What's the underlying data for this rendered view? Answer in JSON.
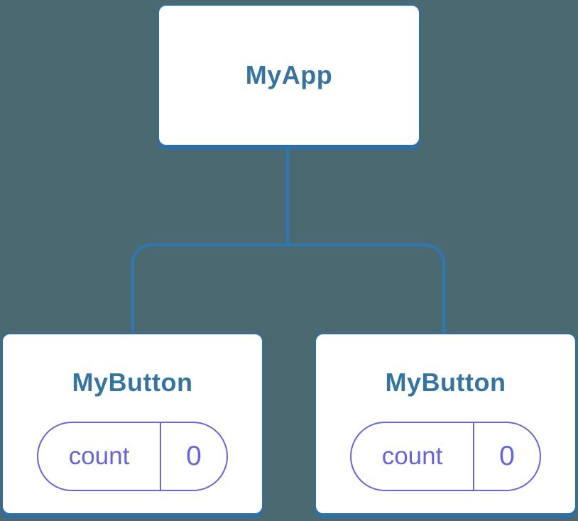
{
  "diagram": {
    "background": "#4A6971",
    "colors": {
      "line": "#2E79B5",
      "card_border": "#2E6EA3",
      "heading": "#35749E",
      "pill": "#6565D6",
      "card_bg": "#FFFFFF"
    },
    "tree": {
      "root": {
        "label": "MyApp"
      },
      "children": [
        {
          "label": "MyButton",
          "state": {
            "key": "count",
            "value": "0"
          }
        },
        {
          "label": "MyButton",
          "state": {
            "key": "count",
            "value": "0"
          }
        }
      ]
    }
  }
}
